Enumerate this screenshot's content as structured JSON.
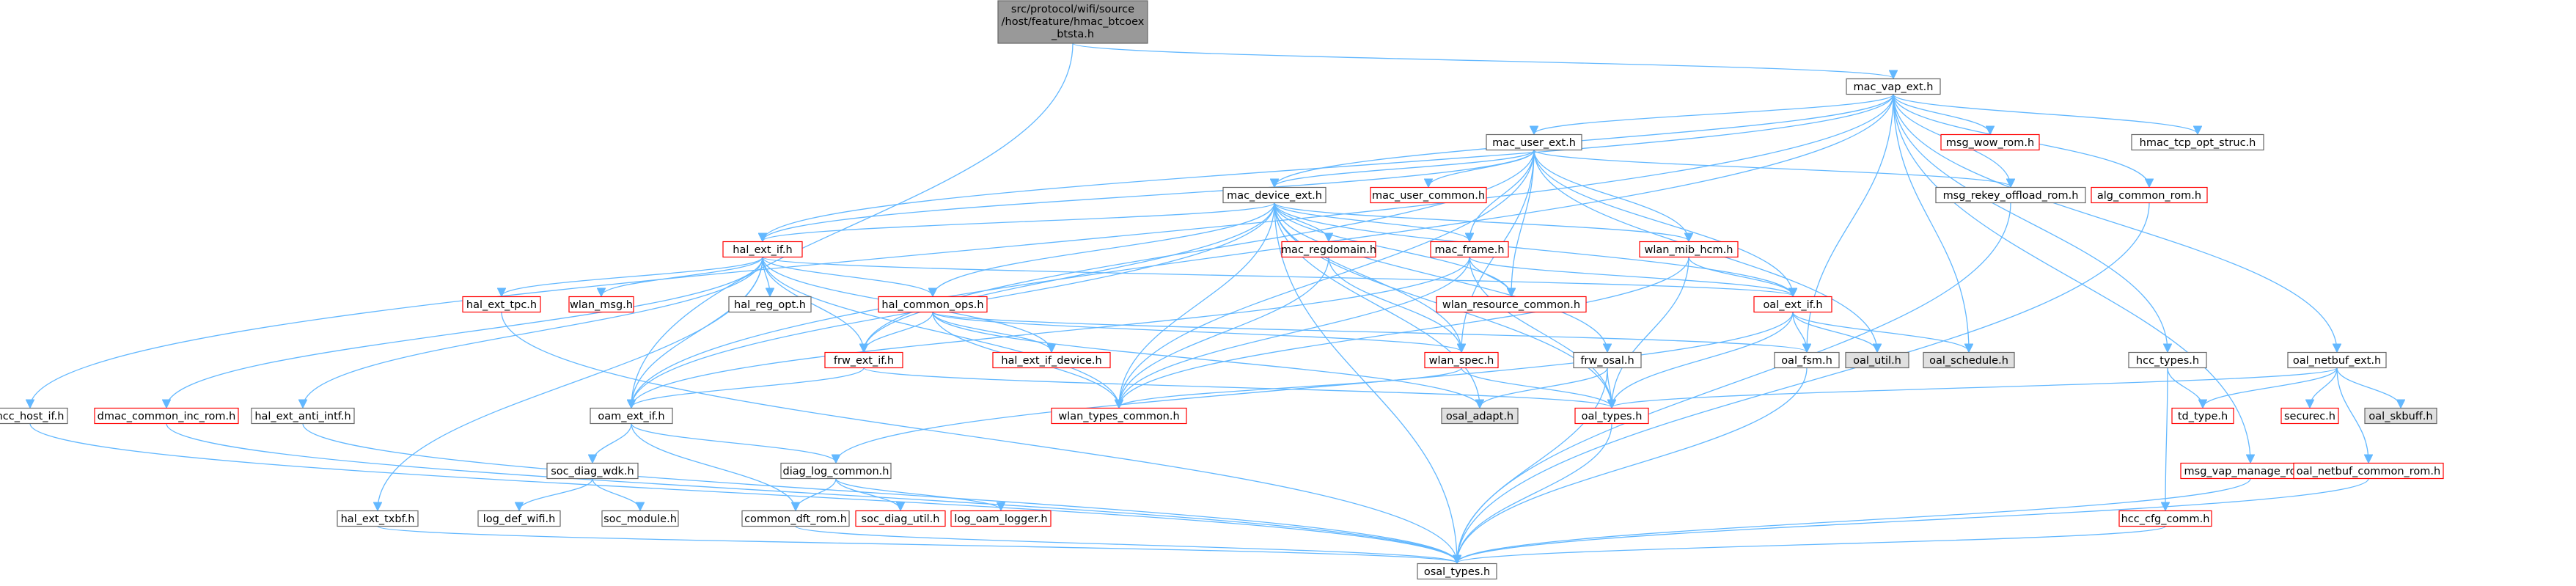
{
  "graph": {
    "colors": {
      "edge": "#63b8ff",
      "node_default_border": "#666666",
      "node_incomplete_border": "#ff0000",
      "node_fill": "#ffffff",
      "node_root_fill": "#999999",
      "node_external_fill": "#e0e0e0"
    },
    "nodes": [
      {
        "id": "root",
        "label": "src/protocol/wifi/source/host/feature/hmac_btcoex_btsta.h",
        "style": "root"
      },
      {
        "id": "mac_vap_ext",
        "label": "mac_vap_ext.h",
        "style": "default"
      },
      {
        "id": "mac_user_ext",
        "label": "mac_user_ext.h",
        "style": "default"
      },
      {
        "id": "msg_wow_rom",
        "label": "msg_wow_rom.h",
        "style": "incomplete"
      },
      {
        "id": "hmac_tcp_opt_struc",
        "label": "hmac_tcp_opt_struc.h",
        "style": "default"
      },
      {
        "id": "mac_device_ext",
        "label": "mac_device_ext.h",
        "style": "default"
      },
      {
        "id": "mac_user_common",
        "label": "mac_user_common.h",
        "style": "incomplete"
      },
      {
        "id": "msg_rekey_offload_rom",
        "label": "msg_rekey_offload_rom.h",
        "style": "default"
      },
      {
        "id": "alg_common_rom",
        "label": "alg_common_rom.h",
        "style": "incomplete"
      },
      {
        "id": "hal_ext_if",
        "label": "hal_ext_if.h",
        "style": "incomplete"
      },
      {
        "id": "mac_regdomain",
        "label": "mac_regdomain.h",
        "style": "incomplete"
      },
      {
        "id": "mac_frame",
        "label": "mac_frame.h",
        "style": "incomplete"
      },
      {
        "id": "wlan_mib_hcm",
        "label": "wlan_mib_hcm.h",
        "style": "incomplete"
      },
      {
        "id": "hal_ext_tpc",
        "label": "hal_ext_tpc.h",
        "style": "incomplete"
      },
      {
        "id": "wlan_msg",
        "label": "wlan_msg.h",
        "style": "incomplete"
      },
      {
        "id": "hal_reg_opt",
        "label": "hal_reg_opt.h",
        "style": "default"
      },
      {
        "id": "hal_common_ops",
        "label": "hal_common_ops.h",
        "style": "incomplete"
      },
      {
        "id": "wlan_resource_common",
        "label": "wlan_resource_common.h",
        "style": "incomplete"
      },
      {
        "id": "oal_ext_if",
        "label": "oal_ext_if.h",
        "style": "incomplete"
      },
      {
        "id": "frw_ext_if",
        "label": "frw_ext_if.h",
        "style": "incomplete"
      },
      {
        "id": "hal_ext_if_device",
        "label": "hal_ext_if_device.h",
        "style": "incomplete"
      },
      {
        "id": "wlan_spec",
        "label": "wlan_spec.h",
        "style": "incomplete"
      },
      {
        "id": "frw_osal",
        "label": "frw_osal.h",
        "style": "default"
      },
      {
        "id": "oal_fsm",
        "label": "oal_fsm.h",
        "style": "default"
      },
      {
        "id": "oal_util",
        "label": "oal_util.h",
        "style": "external"
      },
      {
        "id": "oal_schedule",
        "label": "oal_schedule.h",
        "style": "external"
      },
      {
        "id": "hcc_types",
        "label": "hcc_types.h",
        "style": "default"
      },
      {
        "id": "oal_netbuf_ext",
        "label": "oal_netbuf_ext.h",
        "style": "default"
      },
      {
        "id": "hcc_host_if",
        "label": "hcc_host_if.h",
        "style": "default"
      },
      {
        "id": "dmac_common_inc_rom",
        "label": "dmac_common_inc_rom.h",
        "style": "incomplete"
      },
      {
        "id": "hal_ext_anti_intf",
        "label": "hal_ext_anti_intf.h",
        "style": "default"
      },
      {
        "id": "oam_ext_if",
        "label": "oam_ext_if.h",
        "style": "default"
      },
      {
        "id": "wlan_types_common",
        "label": "wlan_types_common.h",
        "style": "incomplete"
      },
      {
        "id": "osal_adapt",
        "label": "osal_adapt.h",
        "style": "external"
      },
      {
        "id": "oal_types",
        "label": "oal_types.h",
        "style": "incomplete"
      },
      {
        "id": "td_type",
        "label": "td_type.h",
        "style": "incomplete"
      },
      {
        "id": "securec",
        "label": "securec.h",
        "style": "incomplete"
      },
      {
        "id": "oal_skbuff",
        "label": "oal_skbuff.h",
        "style": "external"
      },
      {
        "id": "soc_diag_wdk",
        "label": "soc_diag_wdk.h",
        "style": "default"
      },
      {
        "id": "diag_log_common",
        "label": "diag_log_common.h",
        "style": "default"
      },
      {
        "id": "log_def_wifi",
        "label": "log_def_wifi.h",
        "style": "default"
      },
      {
        "id": "soc_module",
        "label": "soc_module.h",
        "style": "default"
      },
      {
        "id": "common_dft_rom",
        "label": "common_dft_rom.h",
        "style": "default"
      },
      {
        "id": "soc_diag_util",
        "label": "soc_diag_util.h",
        "style": "incomplete"
      },
      {
        "id": "log_oam_logger",
        "label": "log_oam_logger.h",
        "style": "incomplete"
      },
      {
        "id": "hal_ext_txbf",
        "label": "hal_ext_txbf.h",
        "style": "default"
      },
      {
        "id": "msg_vap_manage_rom",
        "label": "msg_vap_manage_rom.h",
        "style": "incomplete"
      },
      {
        "id": "oal_netbuf_common_rom",
        "label": "oal_netbuf_common_rom.h",
        "style": "incomplete"
      },
      {
        "id": "hcc_cfg_comm",
        "label": "hcc_cfg_comm.h",
        "style": "incomplete"
      },
      {
        "id": "osal_types",
        "label": "osal_types.h",
        "style": "default"
      }
    ],
    "edges": [
      [
        "root",
        "mac_vap_ext"
      ],
      [
        "root",
        "oam_ext_if"
      ],
      [
        "mac_vap_ext",
        "mac_user_ext"
      ],
      [
        "mac_vap_ext",
        "msg_wow_rom"
      ],
      [
        "mac_vap_ext",
        "hmac_tcp_opt_struc"
      ],
      [
        "mac_vap_ext",
        "mac_device_ext"
      ],
      [
        "mac_vap_ext",
        "alg_common_rom"
      ],
      [
        "mac_vap_ext",
        "hal_ext_if"
      ],
      [
        "mac_vap_ext",
        "oam_ext_if"
      ],
      [
        "mac_vap_ext",
        "oal_fsm"
      ],
      [
        "mac_vap_ext",
        "oal_schedule"
      ],
      [
        "mac_vap_ext",
        "hcc_types"
      ],
      [
        "mac_vap_ext",
        "oal_netbuf_ext"
      ],
      [
        "mac_vap_ext",
        "hcc_host_if"
      ],
      [
        "mac_vap_ext",
        "msg_vap_manage_rom"
      ],
      [
        "mac_vap_ext",
        "msg_rekey_offload_rom"
      ],
      [
        "mac_user_ext",
        "mac_device_ext"
      ],
      [
        "mac_user_ext",
        "mac_user_common"
      ],
      [
        "mac_user_ext",
        "msg_rekey_offload_rom"
      ],
      [
        "mac_user_ext",
        "hal_ext_if"
      ],
      [
        "mac_user_ext",
        "mac_frame"
      ],
      [
        "mac_user_ext",
        "wlan_mib_hcm"
      ],
      [
        "mac_user_ext",
        "oal_ext_if"
      ],
      [
        "mac_user_ext",
        "frw_ext_if"
      ],
      [
        "mac_user_ext",
        "wlan_resource_common"
      ],
      [
        "mac_user_ext",
        "oal_util"
      ],
      [
        "mac_user_ext",
        "wlan_types_common"
      ],
      [
        "mac_user_ext",
        "wlan_spec"
      ],
      [
        "mac_device_ext",
        "hal_ext_if"
      ],
      [
        "mac_device_ext",
        "mac_regdomain"
      ],
      [
        "mac_device_ext",
        "mac_frame"
      ],
      [
        "mac_device_ext",
        "wlan_mib_hcm"
      ],
      [
        "mac_device_ext",
        "oal_ext_if"
      ],
      [
        "mac_device_ext",
        "frw_ext_if"
      ],
      [
        "mac_device_ext",
        "wlan_resource_common"
      ],
      [
        "mac_device_ext",
        "hal_common_ops"
      ],
      [
        "mac_device_ext",
        "frw_osal"
      ],
      [
        "mac_device_ext",
        "wlan_types_common"
      ],
      [
        "mac_device_ext",
        "wlan_spec"
      ],
      [
        "mac_device_ext",
        "oam_ext_if"
      ],
      [
        "mac_device_ext",
        "osal_types"
      ],
      [
        "mac_device_ext",
        "osal_adapt"
      ],
      [
        "mac_device_ext",
        "oal_types"
      ],
      [
        "hal_ext_if",
        "hal_ext_tpc"
      ],
      [
        "hal_ext_if",
        "wlan_msg"
      ],
      [
        "hal_ext_if",
        "hal_reg_opt"
      ],
      [
        "hal_ext_if",
        "hal_common_ops"
      ],
      [
        "hal_ext_if",
        "oal_ext_if"
      ],
      [
        "hal_ext_if",
        "frw_ext_if"
      ],
      [
        "hal_ext_if",
        "hal_ext_if_device"
      ],
      [
        "hal_ext_if",
        "oam_ext_if"
      ],
      [
        "hal_ext_if",
        "dmac_common_inc_rom"
      ],
      [
        "hal_ext_if",
        "hal_ext_anti_intf"
      ],
      [
        "hal_ext_if",
        "hal_ext_txbf"
      ],
      [
        "hal_ext_if",
        "wlan_types_common"
      ],
      [
        "mac_regdomain",
        "wlan_types_common"
      ],
      [
        "mac_regdomain",
        "wlan_spec"
      ],
      [
        "mac_frame",
        "oal_ext_if"
      ],
      [
        "mac_frame",
        "wlan_resource_common"
      ],
      [
        "mac_frame",
        "wlan_types_common"
      ],
      [
        "mac_frame",
        "oam_ext_if"
      ],
      [
        "mac_frame",
        "oal_types"
      ],
      [
        "wlan_mib_hcm",
        "oal_ext_if"
      ],
      [
        "wlan_mib_hcm",
        "wlan_types_common"
      ],
      [
        "wlan_mib_hcm",
        "oal_types"
      ],
      [
        "hal_common_ops",
        "frw_ext_if"
      ],
      [
        "hal_common_ops",
        "hal_ext_if_device"
      ],
      [
        "hal_common_ops",
        "wlan_spec"
      ],
      [
        "hal_common_ops",
        "wlan_types_common"
      ],
      [
        "hal_common_ops",
        "oal_fsm"
      ],
      [
        "hal_common_ops",
        "osal_adapt"
      ],
      [
        "oal_ext_if",
        "oal_fsm"
      ],
      [
        "oal_ext_if",
        "oal_util"
      ],
      [
        "oal_ext_if",
        "oal_schedule"
      ],
      [
        "oal_ext_if",
        "oal_types"
      ],
      [
        "oal_ext_if",
        "diag_log_common"
      ],
      [
        "frw_ext_if",
        "oam_ext_if"
      ],
      [
        "frw_ext_if",
        "oal_types"
      ],
      [
        "wlan_spec",
        "wlan_types_common"
      ],
      [
        "wlan_spec",
        "oal_types"
      ],
      [
        "frw_osal",
        "oal_types"
      ],
      [
        "frw_osal",
        "osal_types"
      ],
      [
        "frw_osal",
        "osal_adapt"
      ],
      [
        "oal_fsm",
        "osal_types"
      ],
      [
        "oal_types",
        "osal_types"
      ],
      [
        "hcc_types",
        "td_type"
      ],
      [
        "hcc_types",
        "hcc_cfg_comm"
      ],
      [
        "oal_netbuf_ext",
        "oal_types"
      ],
      [
        "oal_netbuf_ext",
        "td_type"
      ],
      [
        "oal_netbuf_ext",
        "securec"
      ],
      [
        "oal_netbuf_ext",
        "oal_skbuff"
      ],
      [
        "oal_netbuf_ext",
        "oal_netbuf_common_rom"
      ],
      [
        "oam_ext_if",
        "soc_diag_wdk"
      ],
      [
        "oam_ext_if",
        "diag_log_common"
      ],
      [
        "oam_ext_if",
        "common_dft_rom"
      ],
      [
        "soc_diag_wdk",
        "log_def_wifi"
      ],
      [
        "soc_diag_wdk",
        "soc_module"
      ],
      [
        "diag_log_common",
        "common_dft_rom"
      ],
      [
        "diag_log_common",
        "soc_diag_util"
      ],
      [
        "diag_log_common",
        "log_oam_logger"
      ],
      [
        "hcc_host_if",
        "osal_types"
      ],
      [
        "dmac_common_inc_rom",
        "osal_types"
      ],
      [
        "hal_ext_anti_intf",
        "osal_types"
      ],
      [
        "hal_ext_txbf",
        "osal_types"
      ],
      [
        "hal_ext_tpc",
        "osal_types"
      ],
      [
        "common_dft_rom",
        "osal_types"
      ],
      [
        "msg_rekey_offload_rom",
        "osal_types"
      ],
      [
        "alg_common_rom",
        "osal_types"
      ],
      [
        "msg_vap_manage_rom",
        "osal_types"
      ],
      [
        "oal_netbuf_common_rom",
        "osal_types"
      ],
      [
        "hcc_cfg_comm",
        "osal_types"
      ]
    ]
  }
}
